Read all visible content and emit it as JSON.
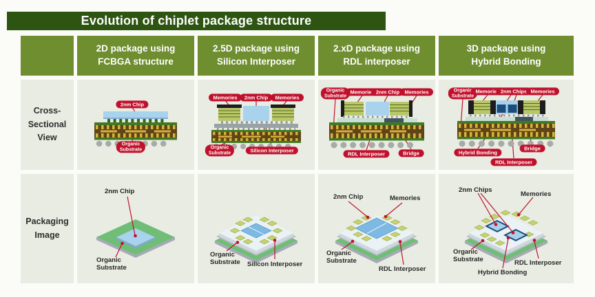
{
  "title": "Evolution of chiplet package structure",
  "table": {
    "col_headers": [
      {
        "line1": "2D package using",
        "line2": "FCBGA structure"
      },
      {
        "line1": "2.5D package using",
        "line2": "Silicon Interposer"
      },
      {
        "line1": "2.xD package using",
        "line2": "RDL interposer"
      },
      {
        "line1": "3D package using",
        "line2": "Hybrid Bonding"
      }
    ],
    "row_headers": [
      {
        "line1": "Cross-",
        "line2": "Sectional",
        "line3": "View"
      },
      {
        "line1": "Packaging",
        "line2": "Image"
      }
    ]
  },
  "labels": {
    "chip": "2nm Chip",
    "chips": "2nm Chips",
    "memories": "Memories",
    "organic_1": "Organic",
    "organic_2": "Substrate",
    "organic": "Organic Substrate",
    "silicon_interposer": "Silicon Interposer",
    "rdl_interposer": "RDL Interposer",
    "bridge": "Bridge",
    "hybrid_bonding": "Hybrid Bonding"
  },
  "colors": {
    "title_bg": "#2d5411",
    "header_bg": "#6e8e2f",
    "cell_bg": "#e9ece2",
    "label_red": "#c0112c",
    "chip_blue": "#a9d2ec",
    "chip_blue_dark": "#1b4d7c",
    "memory_green": "#b9c768",
    "pcb_green": "#3f7a23",
    "pcb_gold": "#d9b23a",
    "pcb_brown": "#5e4419",
    "solder_gray": "#a6aba9",
    "iso_substrate_green": "#70bd78",
    "iso_interposer_white": "#ebf2f5"
  }
}
